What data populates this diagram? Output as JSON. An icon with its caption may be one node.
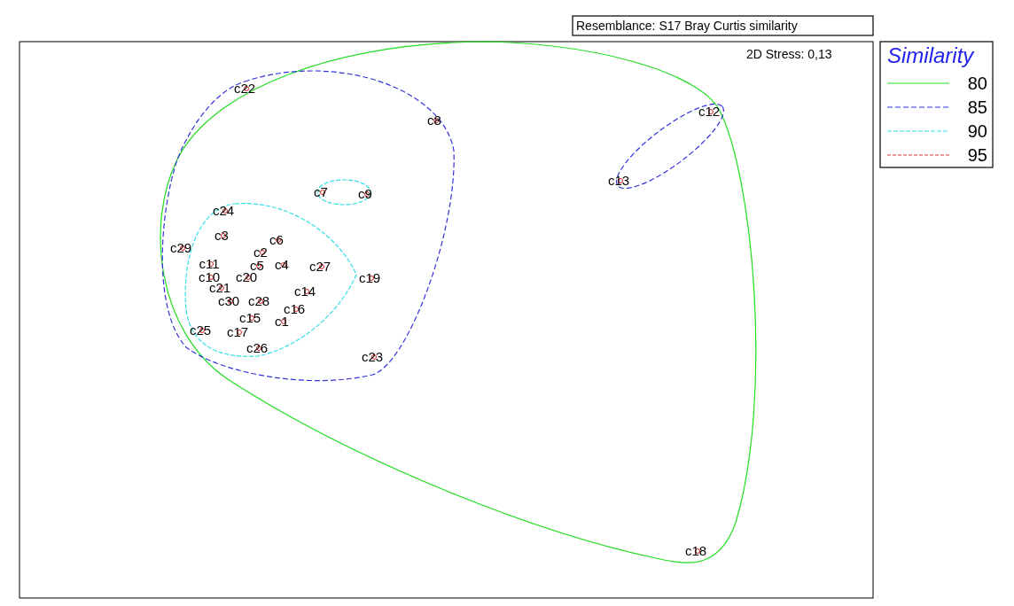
{
  "diagram": {
    "labels": [
      "Resemblance: S17 Bray Curtis similarity",
      "2D Stress: 0,13",
      "Similarity",
      "c22",
      "c8",
      "c12",
      "c7",
      "c9",
      "c13",
      "c24",
      "c3",
      "c29",
      "c6",
      "c2",
      "c11",
      "c5",
      "c4",
      "c10",
      "c20",
      "c27",
      "c21",
      "c19",
      "c30",
      "c28",
      "c14",
      "c16",
      "c15",
      "c1",
      "c25",
      "c17",
      "c26",
      "c23",
      "c18"
    ],
    "legend": [
      {
        "text": "80"
      },
      {
        "text": "85"
      },
      {
        "text": "90"
      },
      {
        "text": "95"
      }
    ]
  }
}
